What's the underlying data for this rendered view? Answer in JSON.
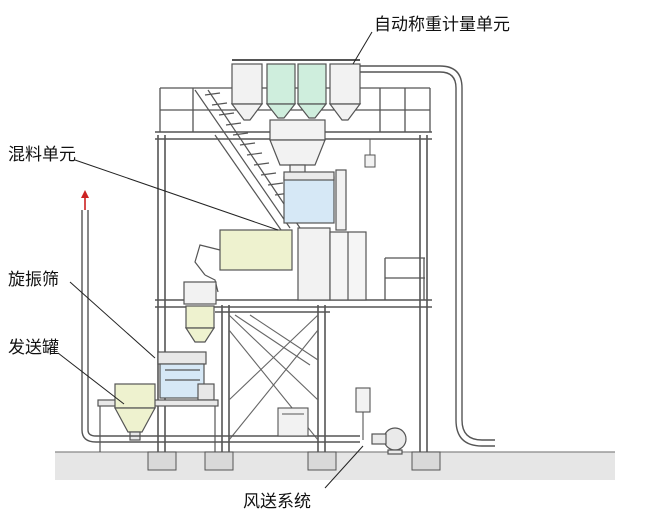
{
  "labels": {
    "weighing_unit": "自动称重计量单元",
    "mixing_unit": "混料单元",
    "vibrating_screen": "旋振筛",
    "transmitter_tank": "发送罐",
    "pneumatic_conveying": "风送系统"
  },
  "colors": {
    "frame": "#555555",
    "hopper_green": "#cfeedd",
    "tank_blue": "#d6e8f6",
    "mixer_yellow": "#eef2cf",
    "ground": "#e6e6e6",
    "arrow_red": "#cc2222"
  }
}
